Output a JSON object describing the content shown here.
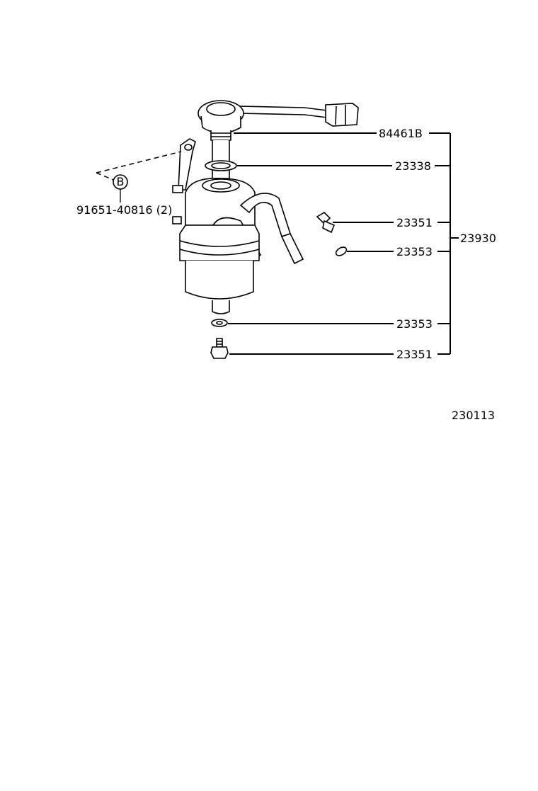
{
  "diagram_id": "230113",
  "callouts": {
    "sensor": "84461B",
    "gasket": "23338",
    "bolt_upper": "23351",
    "washer_upper": "23353",
    "assembly": "23930",
    "washer_lower": "23353",
    "bolt_lower": "23351",
    "screw": "91651-40816 (2)"
  },
  "ref_letter": "B"
}
